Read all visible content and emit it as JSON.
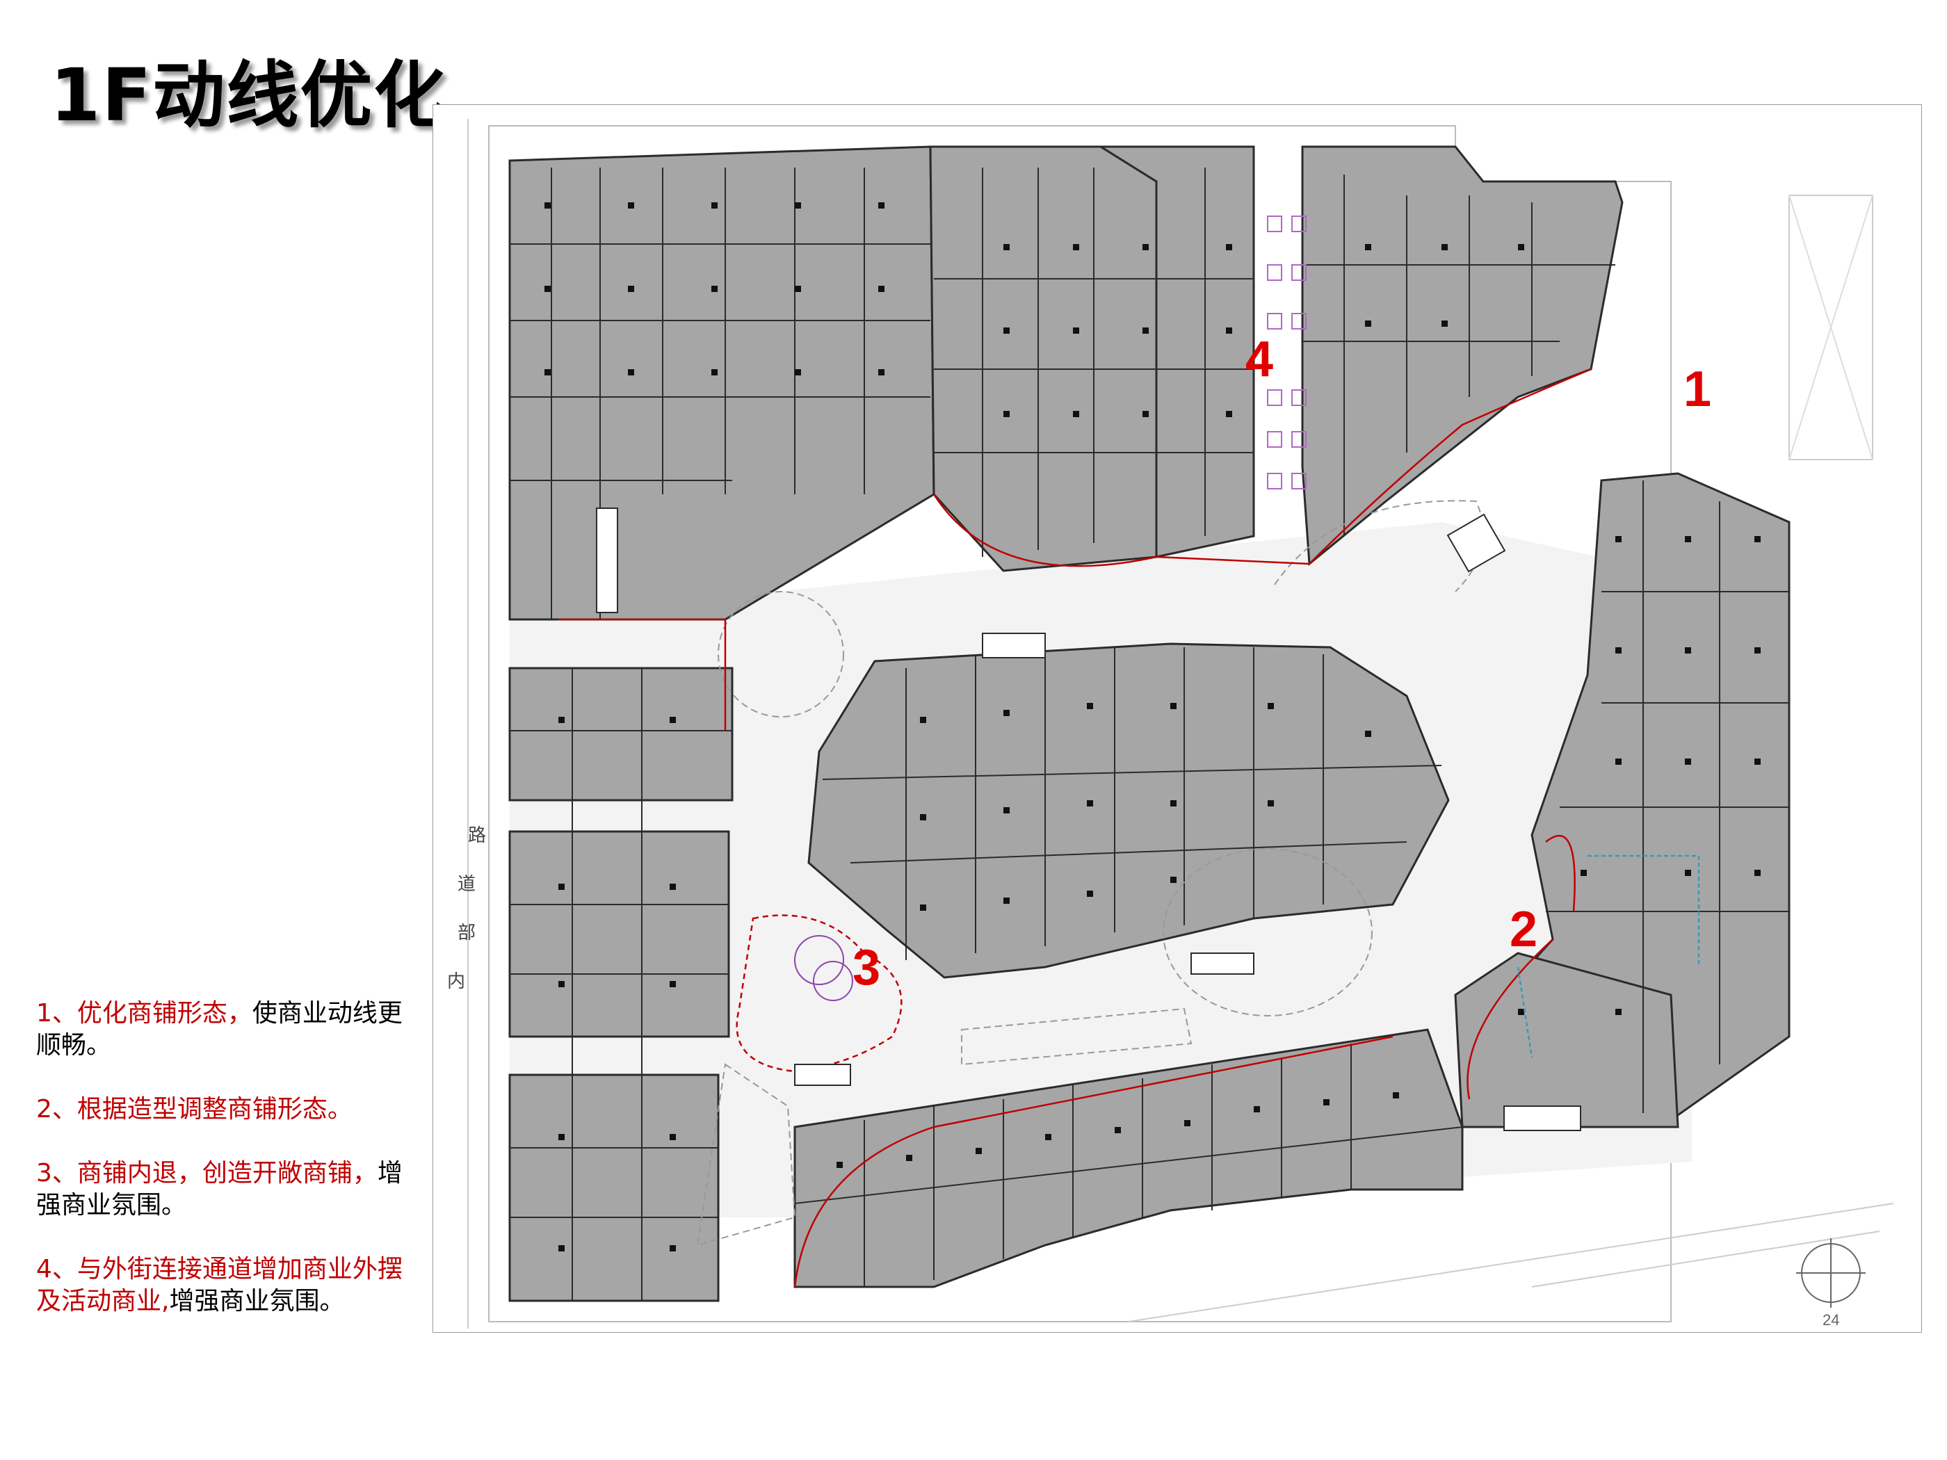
{
  "page": {
    "title": "1F动线优化"
  },
  "notes": [
    {
      "highlight": "1、优化商铺形态，",
      "text": "使商业动线更顺畅。"
    },
    {
      "highlight": "2、根据造型调整商铺形态。",
      "text": ""
    },
    {
      "highlight": "3、商铺内退，创造开敞商铺，",
      "text": "增强商业氛围。"
    },
    {
      "highlight": "4、与外街连接通道增加商业外摆及活动商业,",
      "text": "增强商业氛围。"
    }
  ],
  "plan": {
    "markers": [
      "1",
      "2",
      "3",
      "4"
    ],
    "road_label": [
      "内",
      "部",
      "道",
      "路"
    ],
    "page_number": "24",
    "colors": {
      "shop": "#a6a6a6",
      "wall": "#2b2b2b",
      "outline": "#c00000",
      "marker": "#e00000"
    }
  }
}
